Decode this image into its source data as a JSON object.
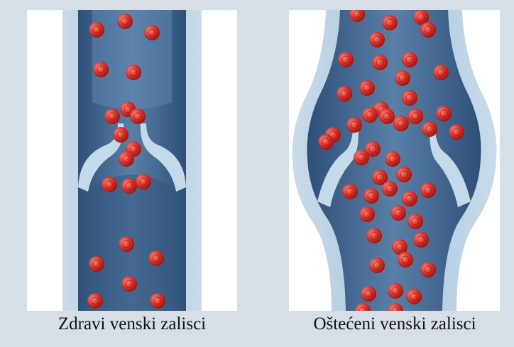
{
  "figure": {
    "left": {
      "caption": "Zdravi venski zalisci",
      "icon": "healthy-vein-valve-illustration"
    },
    "right": {
      "caption": "Oštećeni venski zalisci",
      "icon": "damaged-vein-valve-illustration"
    }
  },
  "colors": {
    "background": "#d6dee6",
    "vein_outer": "#a9c6dd",
    "vein_wall": "#7f9fbd",
    "vein_inner": "#3f6590",
    "valve": "#c4d9ea",
    "blood_cell": "#d8312b",
    "blood_cell_highlight": "#ff8a7a"
  }
}
